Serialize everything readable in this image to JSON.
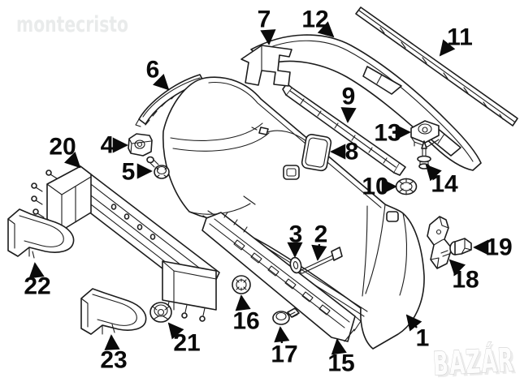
{
  "watermarks": {
    "top_left": "montecristo",
    "bottom_right": "BAZÁR"
  },
  "callouts": [
    {
      "number": "1"
    },
    {
      "number": "2"
    },
    {
      "number": "3"
    },
    {
      "number": "4"
    },
    {
      "number": "5"
    },
    {
      "number": "6"
    },
    {
      "number": "7"
    },
    {
      "number": "8"
    },
    {
      "number": "9"
    },
    {
      "number": "10"
    },
    {
      "number": "11"
    },
    {
      "number": "12"
    },
    {
      "number": "13"
    },
    {
      "number": "14"
    },
    {
      "number": "15"
    },
    {
      "number": "16"
    },
    {
      "number": "17"
    },
    {
      "number": "18"
    },
    {
      "number": "19"
    },
    {
      "number": "20"
    },
    {
      "number": "21"
    },
    {
      "number": "22"
    },
    {
      "number": "23"
    }
  ]
}
